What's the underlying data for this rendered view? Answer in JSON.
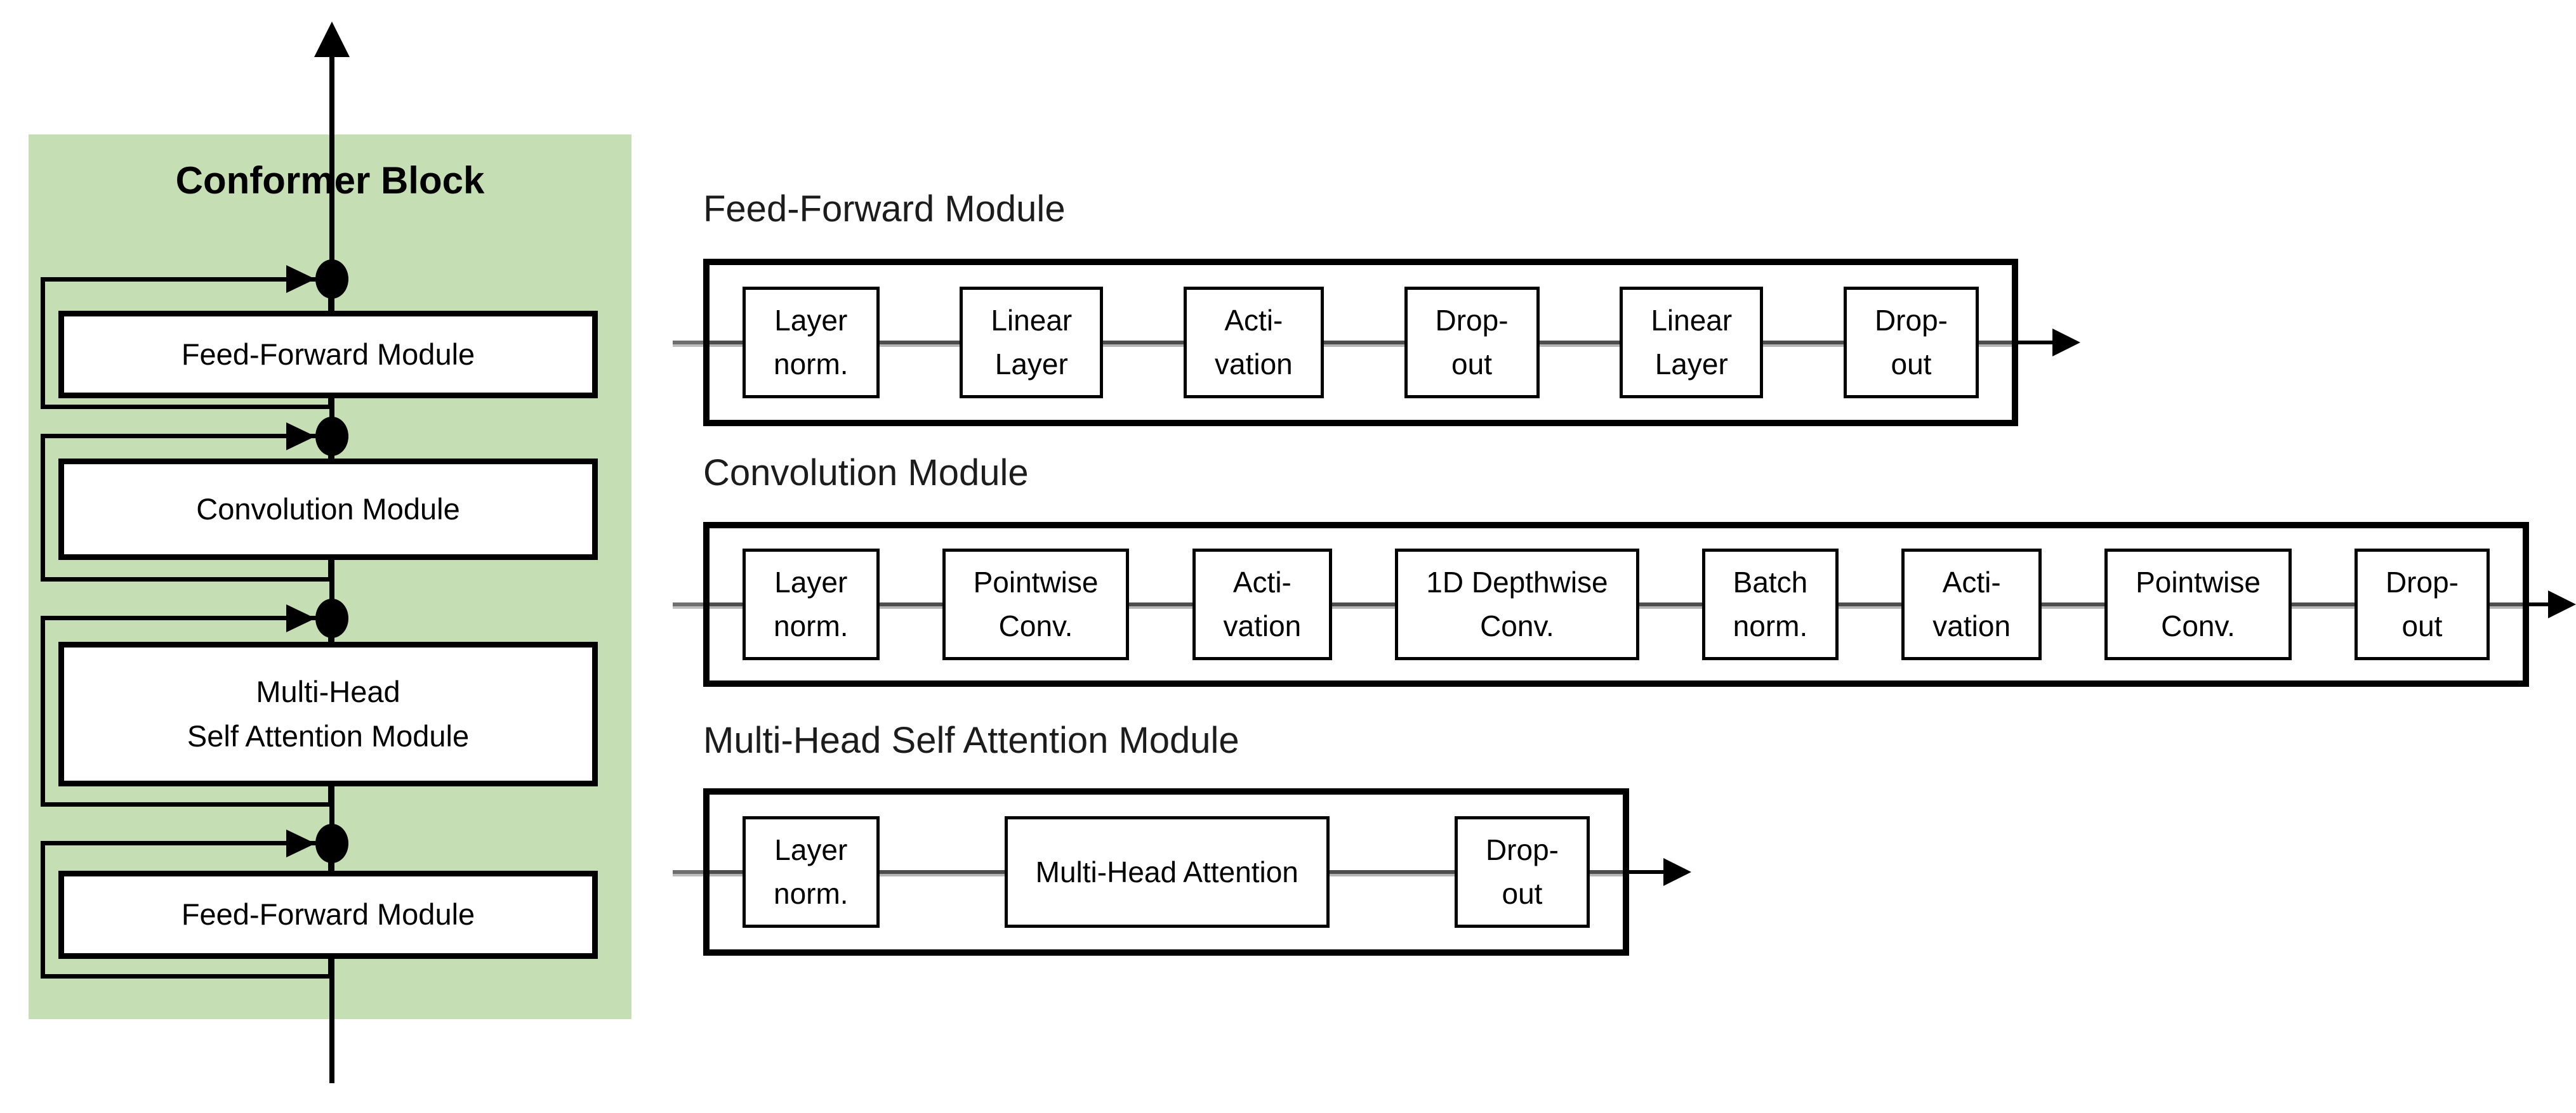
{
  "conformer_block": {
    "title": "Conformer Block",
    "modules": [
      {
        "label": "Feed-Forward Module"
      },
      {
        "label": "Convolution Module"
      },
      {
        "label": "Multi-Head\nSelf Attention Module"
      },
      {
        "label": "Feed-Forward Module"
      }
    ]
  },
  "detail_modules": [
    {
      "title": "Feed-Forward Module",
      "steps": [
        "Layer\nnorm.",
        "Linear\nLayer",
        "Acti-\nvation",
        "Drop-\nout",
        "Linear\nLayer",
        "Drop-\nout"
      ]
    },
    {
      "title": "Convolution Module",
      "steps": [
        "Layer\nnorm.",
        "Pointwise\nConv.",
        "Acti-\nvation",
        "1D Depthwise\nConv.",
        "Batch\nnorm.",
        "Acti-\nvation",
        "Pointwise\nConv.",
        "Drop-\nout"
      ]
    },
    {
      "title": "Multi-Head Self Attention Module",
      "steps": [
        "Layer\nnorm.",
        "Multi-Head Attention",
        "Drop-\nout"
      ]
    }
  ],
  "colors": {
    "panel_green": "#c6deb4",
    "line_black": "#000000",
    "connector_gray": "#4d4d4d",
    "background": "#ffffff"
  }
}
